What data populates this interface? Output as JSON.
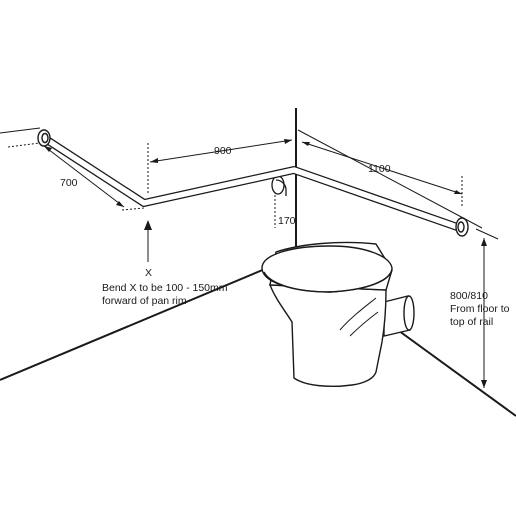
{
  "dimensions": {
    "left_arm": "700",
    "back_wall": "900",
    "right_wall": "1100",
    "support_drop": "170",
    "rail_height": "800/810",
    "rail_height_note_line1": "From floor to",
    "rail_height_note_line2": "top of rail"
  },
  "bend_note": {
    "marker": "X",
    "line1": "Bend X to be 100 - 150mm",
    "line2": "forward of pan rim"
  },
  "colors": {
    "line": "#1a1a1a",
    "rail_fill": "#ffffff"
  }
}
